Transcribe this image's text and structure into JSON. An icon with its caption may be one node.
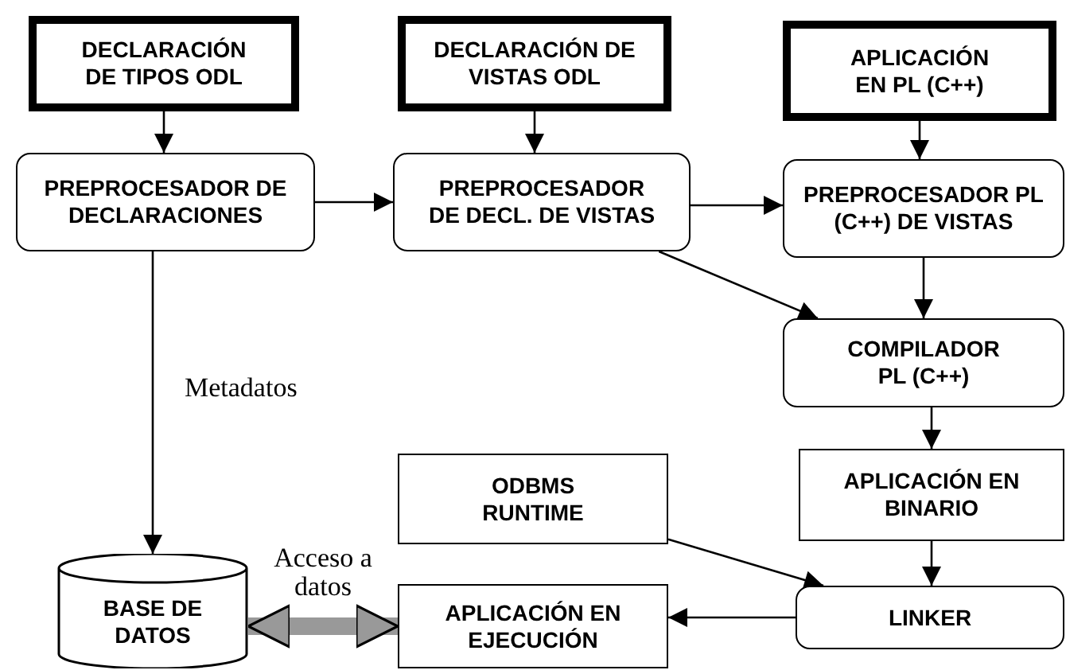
{
  "diagram": {
    "nodes": [
      {
        "text": [
          "DECLARACIÓN DE TIPOS ODL"
        ]
      },
      {
        "text": [
          "DECLARACIÓN DE VISTAS ODL"
        ]
      },
      {
        "text": [
          "APLICACIÓN EN PL (C++)"
        ]
      },
      {
        "text": [
          "PREPROCESADOR DE DECLARACIONES"
        ]
      },
      {
        "text": [
          "PREPROCESADOR DE DECL. DE VISTAS"
        ]
      },
      {
        "text": [
          "PREPROCESADOR PL (C++) DE VISTAS"
        ]
      },
      {
        "text": [
          "COMPILADOR PL (C++)"
        ]
      },
      {
        "text": [
          "APLICACIÓN EN BINARIO"
        ]
      },
      {
        "text": [
          "ODBMS RUNTIME"
        ]
      },
      {
        "text": [
          "LINKER"
        ]
      },
      {
        "text": [
          "BASE DE DATOS"
        ]
      },
      {
        "text": [
          "APLICACIÓN EN EJECUCIÓN"
        ]
      }
    ],
    "edges": [
      {
        "from": 0,
        "to": 3,
        "arrow": "to"
      },
      {
        "from": 1,
        "to": 4,
        "arrow": "to"
      },
      {
        "from": 2,
        "to": 5,
        "arrow": "to"
      },
      {
        "from": 3,
        "to": 4,
        "arrow": "to"
      },
      {
        "from": 4,
        "to": 5,
        "arrow": "to"
      },
      {
        "from": 4,
        "to": 6,
        "arrow": "to"
      },
      {
        "from": 5,
        "to": 6,
        "arrow": "to"
      },
      {
        "from": 6,
        "to": 7,
        "arrow": "to"
      },
      {
        "from": 7,
        "to": 9,
        "arrow": "to"
      },
      {
        "from": 8,
        "to": 9,
        "arrow": "to"
      },
      {
        "from": 9,
        "to": 11,
        "arrow": "to"
      },
      {
        "from": 3,
        "to": 10,
        "arrow": "to",
        "label": "Metadatos"
      },
      {
        "from": 10,
        "to": 11,
        "arrow": "both",
        "label": "Acceso a datos",
        "style": "thick",
        "color": "#999999"
      }
    ]
  }
}
